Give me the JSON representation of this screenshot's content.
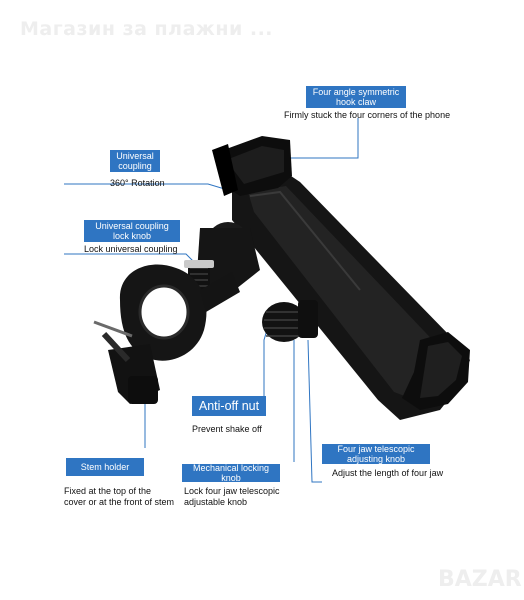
{
  "watermark": {
    "top_text": "Магазин за плажни ...",
    "brand_logo": "BAZAR"
  },
  "callouts": {
    "hook_claw": {
      "title": "Four angle symmetric hook claw",
      "title_line1": "Four angle symmetric",
      "title_line2": "hook claw",
      "description": "Firmly stuck the four corners of the phone"
    },
    "universal_coupling": {
      "title": "Universal coupling",
      "title_line1": "Universal",
      "title_line2": "coupling",
      "description": "360° Rotation"
    },
    "lock_knob": {
      "title": "Universal coupling lock knob",
      "title_line1": "Universal coupling",
      "title_line2": "lock knob",
      "description": "Lock universal coupling"
    },
    "anti_off_nut": {
      "title": "Anti-off nut",
      "description": "Prevent shake off"
    },
    "telescopic_knob": {
      "title": "Four jaw telescopic adjusting knob",
      "title_line1": "Four jaw telescopic",
      "title_line2": "adjusting knob",
      "description": "Adjust the length of four jaw"
    },
    "stem_holder": {
      "title": "Stem holder",
      "description_line1": "Fixed at the top of the",
      "description_line2": "cover or at the front of stem"
    },
    "mechanical_knob": {
      "title": "Mechanical locking knob",
      "description_line1": "Lock four jaw telescopic",
      "description_line2": "adjustable knob"
    }
  },
  "colors": {
    "accent": "#2f75c2",
    "product": "#111111",
    "watermark": "#eeeeee"
  }
}
